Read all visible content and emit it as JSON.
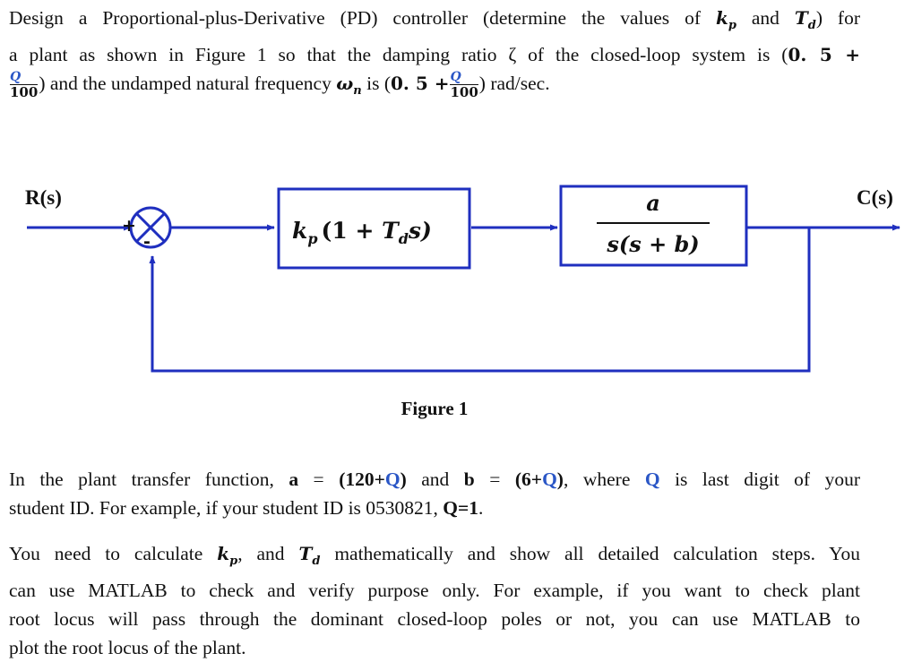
{
  "problem": {
    "l1_a": "Design a Proportional-plus-Derivative (PD) controller (determine the values of ",
    "kp": "k",
    "kp_sub": "p",
    "and": " and ",
    "td": "T",
    "td_sub": "d",
    "l1_b": ") for",
    "l2_a": "a plant as shown in Figure 1 so that the damping ratio ζ of the closed-loop system is (",
    "l2_val": "0. 5 +",
    "frac_num": "Q",
    "frac_den": "100",
    "l3_a": ") and the undamped natural frequency ",
    "wn": "ω",
    "wn_sub": "n",
    "l3_b": " is (",
    "l3_val": "0. 5 +",
    "l3_c": ") rad/sec."
  },
  "diagram": {
    "input_label": "R(s)",
    "output_label": "C(s)",
    "sum_plus": "+",
    "sum_minus": "-",
    "controller_kp": "k",
    "controller_kp_sub": "p",
    "controller_rest": "(1 + ",
    "controller_td": "T",
    "controller_td_sub": "d",
    "controller_s": "s)",
    "plant_num": "a",
    "plant_den": "s(s + b)",
    "figure_caption": "Figure 1",
    "line_color": "#1f2fbf"
  },
  "plant_note": {
    "l1_a": "In the plant transfer function, ",
    "a": "a",
    "eq1": " = ",
    "val_a_open": "(120+",
    "q": "Q",
    "close": ")",
    "and": " and ",
    "b": "b",
    "eq2": " = ",
    "val_b_open": "(6+",
    "l1_b": ", where ",
    "l1_c": " is last digit of your",
    "l2_a": "student ID. For example, if your student ID is 0530821, ",
    "l2_q": "Q=1",
    "l2_b": "."
  },
  "matlab_note": {
    "l1_a": "You need to calculate ",
    "kp": "k",
    "kp_sub": "p",
    "l1_b": ", and ",
    "td": "T",
    "td_sub": "d",
    "l1_c": " mathematically and show all detailed calculation steps. You",
    "l2": "can use MATLAB to check and verify purpose only. For example, if you want to check plant",
    "l3": "root locus will pass through the dominant closed-loop poles or not, you can use MATLAB to",
    "l4": "plot the root locus of the plant."
  },
  "colors": {
    "accent_blue": "#2a56c6",
    "text": "#111111"
  }
}
